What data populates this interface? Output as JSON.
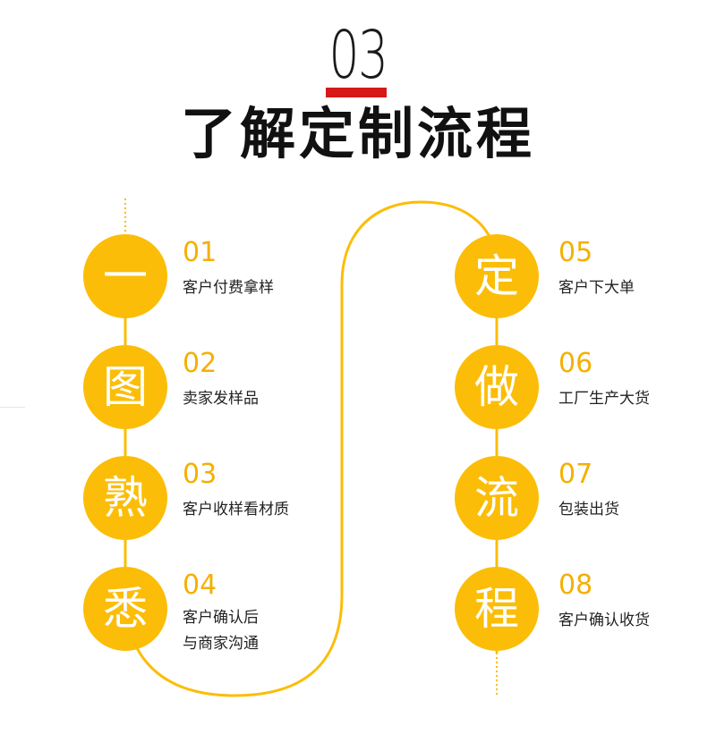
{
  "header": {
    "number": "03",
    "title": "了解定制流程"
  },
  "colors": {
    "accent": "#fbbd07",
    "number_text": "#f4b000",
    "red_bar": "#d61818",
    "title": "#111111"
  },
  "left_steps": [
    {
      "char": "一",
      "num": "01",
      "lines": [
        "客户付费拿样"
      ]
    },
    {
      "char": "图",
      "num": "02",
      "lines": [
        "卖家发样品"
      ]
    },
    {
      "char": "熟",
      "num": "03",
      "lines": [
        "客户收样看材质"
      ]
    },
    {
      "char": "悉",
      "num": "04",
      "lines": [
        "客户确认后",
        "与商家沟通"
      ]
    }
  ],
  "right_steps": [
    {
      "char": "定",
      "num": "05",
      "lines": [
        "客户下大单"
      ]
    },
    {
      "char": "做",
      "num": "06",
      "lines": [
        "工厂生产大货"
      ]
    },
    {
      "char": "流",
      "num": "07",
      "lines": [
        "包装出货"
      ]
    },
    {
      "char": "程",
      "num": "08",
      "lines": [
        "客户确认收货"
      ]
    }
  ]
}
